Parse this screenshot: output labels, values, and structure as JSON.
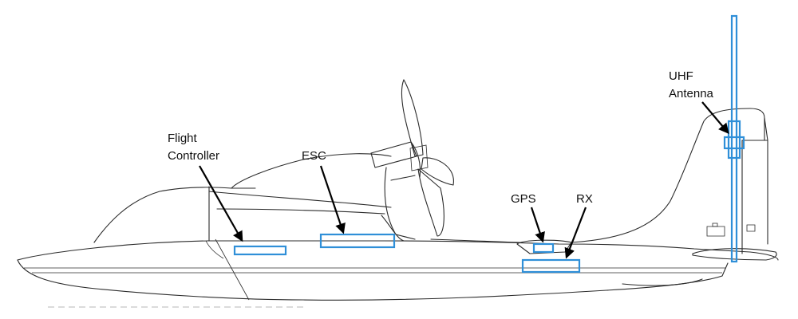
{
  "colors": {
    "component_stroke": "#2f8fd8",
    "antenna_fill": "#e6f3fc",
    "outline": "#2b2b2b",
    "arrow": "#000000"
  },
  "labels": {
    "flight_controller_line1": "Flight",
    "flight_controller_line2": "Controller",
    "esc": "ESC",
    "gps": "GPS",
    "rx": "RX",
    "uhf_line1": "UHF",
    "uhf_line2": "Antenna"
  }
}
